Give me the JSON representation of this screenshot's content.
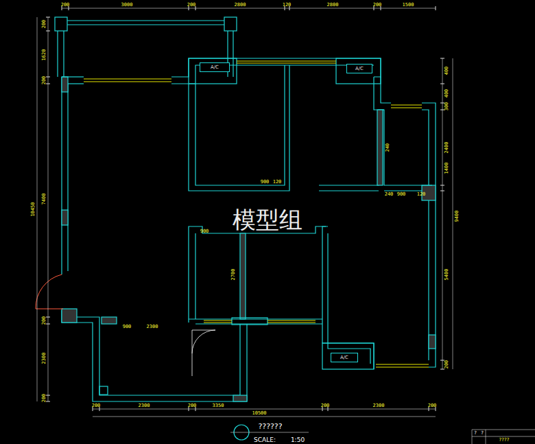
{
  "diagram": {
    "title": "??????",
    "nodes": [
      {
        "text": [
          "A/C"
        ]
      },
      {
        "text": [
          "A/C"
        ]
      },
      {
        "text": [
          "A/C"
        ]
      }
    ],
    "labels": [
      "200",
      "3000",
      "200",
      "2800",
      "120",
      "2800",
      "200",
      "1500",
      "200",
      "1620",
      "200",
      "7400",
      "200",
      "2300",
      "200",
      "10450",
      "400",
      "400",
      "300",
      "2400",
      "1400",
      "5400",
      "200",
      "9400",
      "200",
      "2300",
      "200",
      "3350",
      "200",
      "2300",
      "200",
      "10500",
      "240",
      "900",
      "120",
      "2700",
      "900",
      "2300",
      "240",
      "900",
      "120",
      "900",
      "模型组",
      "SCALE:",
      "1:50",
      "?",
      "?",
      "????"
    ]
  }
}
